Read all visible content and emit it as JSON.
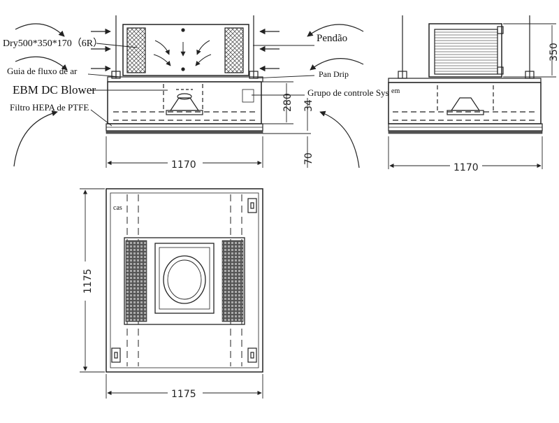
{
  "labels": {
    "dry_coil": "Dry500*350*170（6R）",
    "pendant": "Pendão",
    "airflow_guide": "Guia de fluxo de ar",
    "drip_pan": "Pan Drip",
    "blower": "EBM DC Blower",
    "control_group": "Grupo de controle Sys",
    "control_group_cont": "em",
    "hepa_filter": "Filtro HEPA de PTFE",
    "top_view_cont": "cas"
  },
  "dimensions": {
    "front_width": "1170",
    "side_width": "1170",
    "height_280": "280",
    "height_34": "34",
    "height_70": "70",
    "coil_height": "350",
    "plan_width": "1175",
    "plan_depth": "1175"
  }
}
